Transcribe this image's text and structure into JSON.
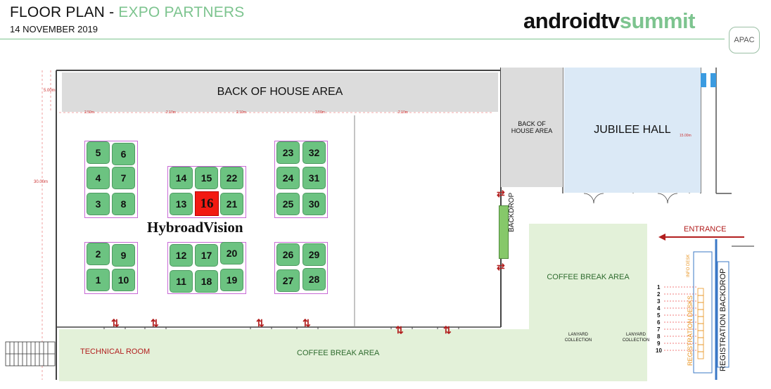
{
  "header": {
    "title_main": "FLOOR PLAN - ",
    "title_sub": "EXPO PARTNERS",
    "date": "14 NOVEMBER 2019",
    "logo_part1": "androidtv",
    "logo_part2": "summit",
    "logo_badge": "APAC"
  },
  "areas": {
    "back_of_house": "BACK OF HOUSE AREA",
    "back_of_house_small": "BACK OF HOUSE AREA",
    "jubilee_hall": "JUBILEE HALL",
    "backdrop": "BACKDROP",
    "entrance": "ENTRANCE",
    "coffee_break_right": "COFFEE BREAK AREA",
    "coffee_break_bottom": "COFFEE BREAK AREA",
    "technical_room": "TECHNICAL ROOM",
    "lanyard_1": "LANYARD COLLECTION",
    "lanyard_2": "LANYARD COLLECTION",
    "info_desk": "INFO DESK",
    "registration_desks": "REGISTRATION DESKS",
    "registration_backdrop": "REGISTRATION BACKDROP"
  },
  "dimensions": {
    "height": "30.00m",
    "top": "5.00m",
    "bay_1": "2.50m",
    "bay_2": "2.10m",
    "bay_3": "2.10m",
    "bay_4": "2.50m",
    "bay_5": "2.10m",
    "hall": "15.00m"
  },
  "booths": [
    "5",
    "6",
    "4",
    "7",
    "3",
    "8",
    "14",
    "15",
    "22",
    "13",
    "16",
    "21",
    "23",
    "32",
    "24",
    "31",
    "25",
    "30",
    "2",
    "9",
    "1",
    "10",
    "12",
    "17",
    "20",
    "11",
    "18",
    "19",
    "26",
    "29",
    "27",
    "28"
  ],
  "highlight": {
    "booth": "16",
    "partner_name": "HybroadVision"
  },
  "registration_numbers": [
    "1",
    "2",
    "3",
    "4",
    "5",
    "6",
    "7",
    "8",
    "9",
    "10"
  ],
  "colors": {
    "booth_fill": "#6cc381",
    "highlight": "#f21a12",
    "coffee_area": "#e3f1d9",
    "hall": "#dbe9f6",
    "back_of_house": "#dcdcdc",
    "arrow": "#b21e1e",
    "registration_text": "#e89422"
  }
}
